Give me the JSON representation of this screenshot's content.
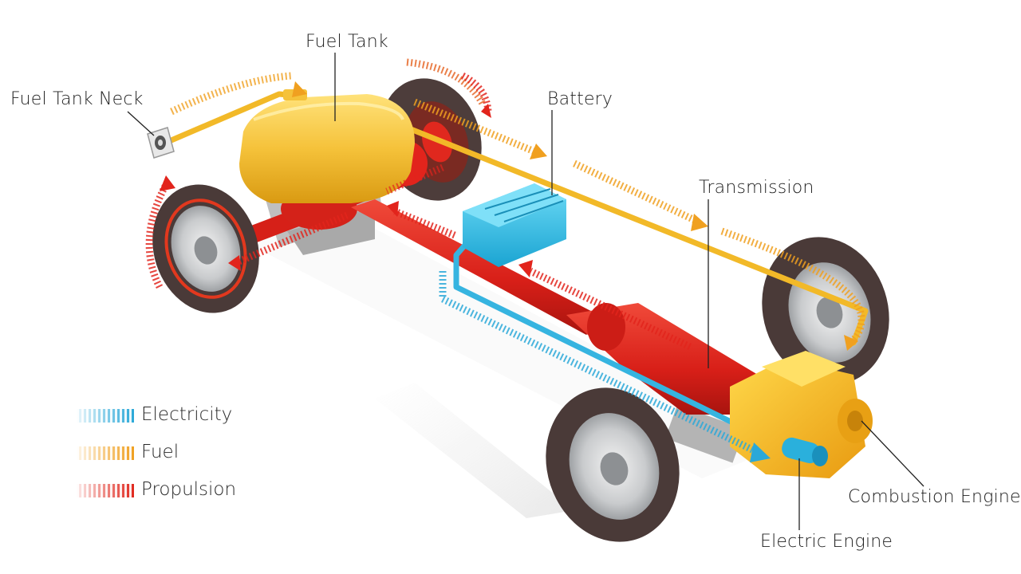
{
  "labels": {
    "fuel_tank": "Fuel Tank",
    "fuel_tank_neck": "Fuel Tank Neck",
    "battery": "Battery",
    "transmission": "Transmission",
    "combustion_engine": "Combustion Engine",
    "electric_engine": "Electric Engine"
  },
  "legend": [
    {
      "label": "Electricity",
      "color": "#2aa8d8"
    },
    {
      "label": "Fuel",
      "color": "#f0a020"
    },
    {
      "label": "Propulsion",
      "color": "#e0281e"
    }
  ],
  "colors": {
    "fuel_line": "#f2b928",
    "fuel_tank": "#f5c23a",
    "battery": "#2ec0e8",
    "electric_line": "#36b4e0",
    "propulsion": "#e2241c",
    "tire": "#4a3a38",
    "rim": "#d8dadc",
    "chassis": "#b8b8b8"
  }
}
